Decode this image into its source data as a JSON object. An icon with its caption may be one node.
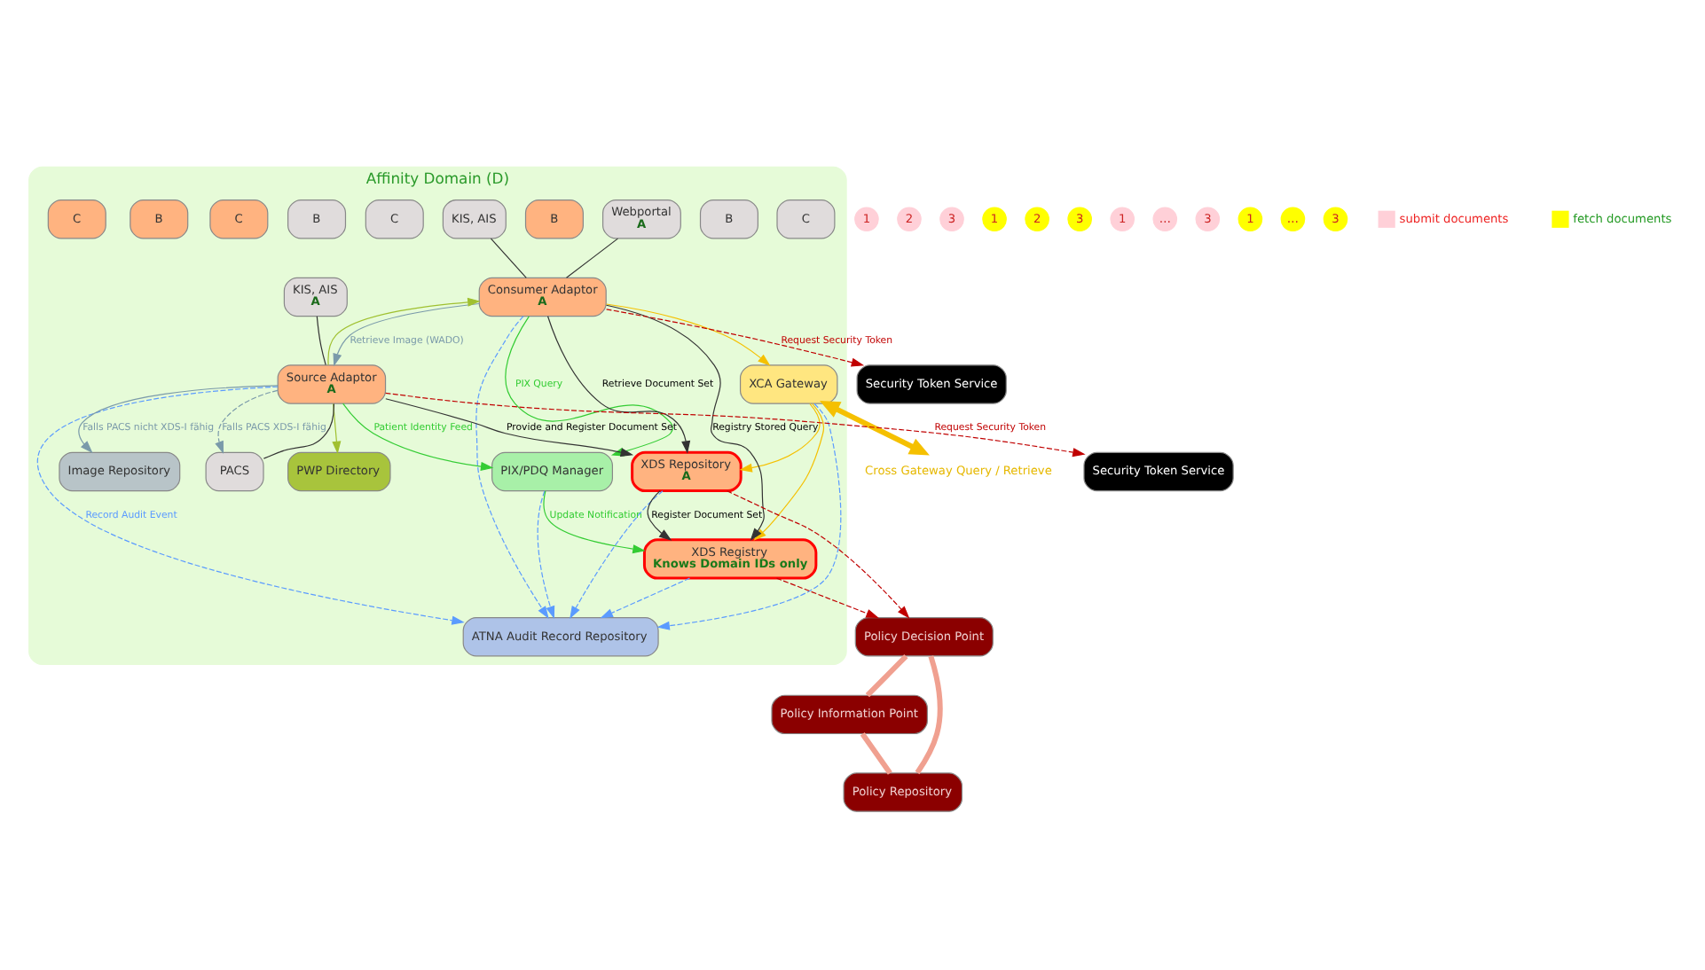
{
  "diagram": {
    "nodes": [
      {
        "text": [
          "Affinity Domain (D)"
        ]
      },
      {
        "text": [
          "ATNA Audit Record Repository"
        ],
        "in": 0
      },
      {
        "text": [
          "PIX/PDQ Manager"
        ],
        "in": 0
      },
      {
        "text": [
          "XCA Gateway"
        ],
        "in": 0
      },
      {
        "text": [
          "XDS Registry",
          "Knows Domain IDs only"
        ],
        "in": 0
      },
      {
        "text": [
          "C"
        ],
        "in": 0
      },
      {
        "text": [
          "B"
        ],
        "in": 0
      },
      {
        "text": [
          "Webportal",
          "A"
        ],
        "in": 0
      },
      {
        "text": [
          "B"
        ],
        "in": 0
      },
      {
        "text": [
          "Consumer Adaptor",
          "A"
        ],
        "in": 0
      },
      {
        "text": [
          "KIS, AIS"
        ],
        "in": 0
      },
      {
        "text": [
          "C"
        ],
        "in": 0
      },
      {
        "text": [
          "B"
        ],
        "in": 0
      },
      {
        "text": [
          "KIS, AIS",
          "A"
        ],
        "in": 0
      },
      {
        "text": [
          "C"
        ],
        "in": 0
      },
      {
        "text": [
          "B"
        ],
        "in": 0
      },
      {
        "text": [
          "Source Adaptor",
          "A"
        ],
        "in": 0
      },
      {
        "text": [
          "C"
        ],
        "in": 0
      },
      {
        "text": [
          "XDS Repository",
          "A"
        ],
        "in": 0
      },
      {
        "text": [
          "PACS"
        ],
        "in": 0
      },
      {
        "text": [
          "Image Repository"
        ],
        "in": 0
      },
      {
        "text": [
          "PWP Directory"
        ],
        "in": 0
      },
      {
        "text": [
          "Policy Decision Point"
        ]
      },
      {
        "text": [
          "Policy Information Point"
        ]
      },
      {
        "text": [
          "Policy Repository"
        ]
      },
      {
        "text": [
          "Security Token Service"
        ]
      },
      {
        "text": [
          "Security Token Service"
        ]
      },
      {
        "text": [
          "Cross Gateway Query / Retrieve"
        ]
      }
    ],
    "edges": [
      {
        "from": 2,
        "to": 1,
        "arrow": "to",
        "style": "dashed",
        "color": "#5b9bff"
      },
      {
        "from": 3,
        "to": 1,
        "arrow": "to",
        "style": "dashed",
        "color": "#5b9bff"
      },
      {
        "from": 4,
        "to": 1,
        "arrow": "to",
        "style": "dashed",
        "color": "#5b9bff"
      },
      {
        "from": 9,
        "to": 1,
        "arrow": "to",
        "style": "dashed",
        "color": "#5b9bff"
      },
      {
        "from": 16,
        "to": 1,
        "arrow": "to",
        "label": "Record Audit Event",
        "style": "dashed",
        "color": "#5b9bff"
      },
      {
        "from": 18,
        "to": 1,
        "arrow": "to",
        "style": "dashed",
        "color": "#5b9bff"
      },
      {
        "from": 16,
        "to": 2,
        "arrow": "to",
        "label": "Patient Identity Feed",
        "color": "#33cc33"
      },
      {
        "from": 2,
        "to": 4,
        "arrow": "to",
        "label": "Update Notification",
        "color": "#33cc33"
      },
      {
        "from": 9,
        "to": 2,
        "arrow": "to",
        "label": "PIX Query",
        "color": "#33cc33"
      },
      {
        "from": 3,
        "to": 4,
        "arrow": "to",
        "color": "#f5c000"
      },
      {
        "from": 3,
        "to": 18,
        "arrow": "to",
        "color": "#f5c000"
      },
      {
        "from": 9,
        "to": 3,
        "arrow": "to",
        "color": "#f5c000"
      },
      {
        "from": 3,
        "to": 27,
        "arrow": "both",
        "style": "thick",
        "color": "#f5c000"
      },
      {
        "from": 9,
        "to": 4,
        "arrow": "to",
        "label": "Registry Stored Query"
      },
      {
        "from": 18,
        "to": 4,
        "arrow": "to",
        "label": "Register Document Set"
      },
      {
        "from": 16,
        "to": 18,
        "arrow": "to",
        "label": "Provide and Register Document Set"
      },
      {
        "from": 9,
        "to": 18,
        "arrow": "to",
        "label": "Retrieve Document Set"
      },
      {
        "from": 16,
        "to": 19,
        "arrow": "to",
        "label": "Falls PACS XDS-I fähig",
        "style": "dashed",
        "color": "#7a9aaa"
      },
      {
        "from": 16,
        "to": 20,
        "arrow": "to",
        "label": "Falls PACS nicht XDS-I fähig",
        "color": "#7a9aaa"
      },
      {
        "from": 9,
        "to": 16,
        "arrow": "to",
        "label": "Retrieve Image (WADO)",
        "color": "#7a9aaa"
      },
      {
        "from": 16,
        "to": 21,
        "arrow": "to",
        "color": "#a0c030"
      },
      {
        "from": 16,
        "to": 9,
        "arrow": "to",
        "color": "#a0c030"
      },
      {
        "from": 4,
        "to": 22,
        "arrow": "to",
        "style": "dashed",
        "color": "#c00000"
      },
      {
        "from": 18,
        "to": 22,
        "arrow": "to",
        "style": "dashed",
        "color": "#c00000"
      },
      {
        "from": 16,
        "to": 25,
        "arrow": "to",
        "label": "Request Security Token",
        "style": "dashed",
        "color": "#c00000"
      },
      {
        "from": 9,
        "to": 26,
        "arrow": "to",
        "label": "Request Security Token",
        "style": "dashed",
        "color": "#c00000"
      },
      {
        "from": 22,
        "to": 23,
        "arrow": "none",
        "style": "thick",
        "color": "#f0a090"
      },
      {
        "from": 22,
        "to": 24,
        "arrow": "none",
        "style": "thick",
        "color": "#f0a090"
      },
      {
        "from": 23,
        "to": 24,
        "arrow": "none",
        "style": "thick",
        "color": "#f0a090"
      },
      {
        "from": 13,
        "to": 16,
        "arrow": "none"
      },
      {
        "from": 19,
        "to": 16,
        "arrow": "none"
      },
      {
        "from": 7,
        "to": 9,
        "arrow": "none"
      },
      {
        "from": 10,
        "to": 9,
        "arrow": "none"
      }
    ],
    "labels": [
      "1",
      "2",
      "3",
      "1",
      "2",
      "3",
      "1",
      "…",
      "3",
      "1",
      "…",
      "3"
    ],
    "legend": [
      {
        "text": "submit documents",
        "color": "#ffd0d8"
      },
      {
        "text": "fetch documents",
        "color": "#ffff00"
      }
    ]
  }
}
